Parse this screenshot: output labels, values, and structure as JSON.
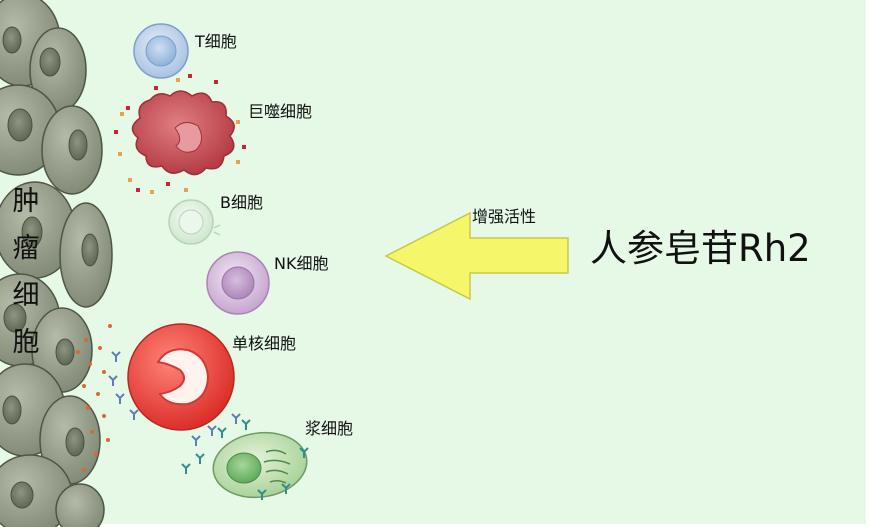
{
  "tumor": {
    "chars": [
      "肿",
      "瘤",
      "细",
      "胞"
    ]
  },
  "cells": {
    "t_cell": "T细胞",
    "macrophage": "巨噬细胞",
    "b_cell": "B细胞",
    "nk_cell": "NK细胞",
    "monocyte": "单核细胞",
    "plasma_cell": "浆细胞"
  },
  "arrow": {
    "label": "增强活性",
    "color": "#f6f66a"
  },
  "drug": {
    "name": "人参皂苷Rh2"
  },
  "colors": {
    "background": "#e6f8e6",
    "tumor_cell": "#8f9784",
    "t_cell": "#b9cfe8",
    "macrophage": "#c94b52",
    "b_cell": "#e4f2e4",
    "nk_cell": "#d9c0de",
    "monocyte": "#e8453e",
    "plasma_cell": "#8fc48f"
  }
}
